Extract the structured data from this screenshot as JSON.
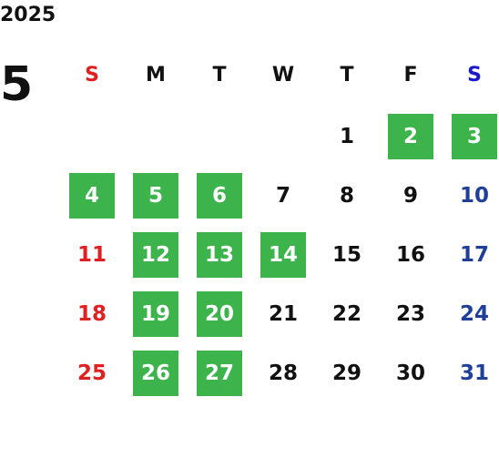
{
  "calendar": {
    "year": "2025",
    "month": "5",
    "weekdays": [
      {
        "label": "S",
        "color": "#e02020"
      },
      {
        "label": "M",
        "color": "#111111"
      },
      {
        "label": "T",
        "color": "#111111"
      },
      {
        "label": "W",
        "color": "#111111"
      },
      {
        "label": "T",
        "color": "#111111"
      },
      {
        "label": "F",
        "color": "#111111"
      },
      {
        "label": "S",
        "color": "#1a1acc"
      }
    ],
    "highlight_color": "#3cb44b",
    "weeks": [
      [
        null,
        null,
        null,
        null,
        {
          "day": "1",
          "highlighted": false
        },
        {
          "day": "2",
          "highlighted": true
        },
        {
          "day": "3",
          "highlighted": true
        }
      ],
      [
        {
          "day": "4",
          "highlighted": true
        },
        {
          "day": "5",
          "highlighted": true
        },
        {
          "day": "6",
          "highlighted": true
        },
        {
          "day": "7",
          "highlighted": false
        },
        {
          "day": "8",
          "highlighted": false
        },
        {
          "day": "9",
          "highlighted": false
        },
        {
          "day": "10",
          "highlighted": false
        }
      ],
      [
        {
          "day": "11",
          "highlighted": false
        },
        {
          "day": "12",
          "highlighted": true
        },
        {
          "day": "13",
          "highlighted": true
        },
        {
          "day": "14",
          "highlighted": true
        },
        {
          "day": "15",
          "highlighted": false
        },
        {
          "day": "16",
          "highlighted": false
        },
        {
          "day": "17",
          "highlighted": false
        }
      ],
      [
        {
          "day": "18",
          "highlighted": false
        },
        {
          "day": "19",
          "highlighted": true
        },
        {
          "day": "20",
          "highlighted": true
        },
        {
          "day": "21",
          "highlighted": false
        },
        {
          "day": "22",
          "highlighted": false
        },
        {
          "day": "23",
          "highlighted": false
        },
        {
          "day": "24",
          "highlighted": false
        }
      ],
      [
        {
          "day": "25",
          "highlighted": false
        },
        {
          "day": "26",
          "highlighted": true
        },
        {
          "day": "27",
          "highlighted": true
        },
        {
          "day": "28",
          "highlighted": false
        },
        {
          "day": "29",
          "highlighted": false
        },
        {
          "day": "30",
          "highlighted": false
        },
        {
          "day": "31",
          "highlighted": false
        }
      ]
    ]
  }
}
